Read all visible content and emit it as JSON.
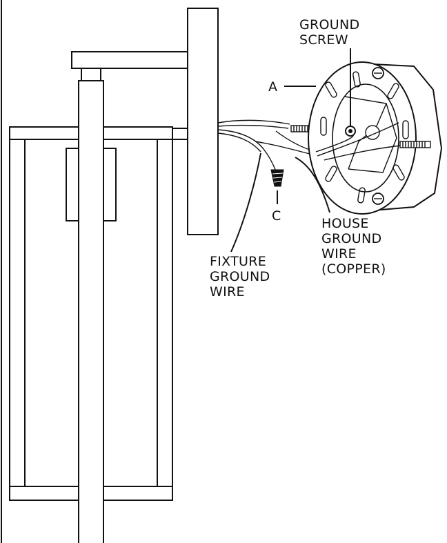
{
  "labels": {
    "ground_screw": [
      "GROUND",
      "SCREW"
    ],
    "callout_a": "A",
    "callout_c": "C",
    "house_ground_wire": [
      "HOUSE",
      "GROUND",
      "WIRE",
      "(COPPER)"
    ],
    "fixture_ground_wire": [
      "FIXTURE",
      "GROUND",
      "WIRE"
    ]
  },
  "colors": {
    "line": "#111111",
    "background": "#ffffff"
  }
}
